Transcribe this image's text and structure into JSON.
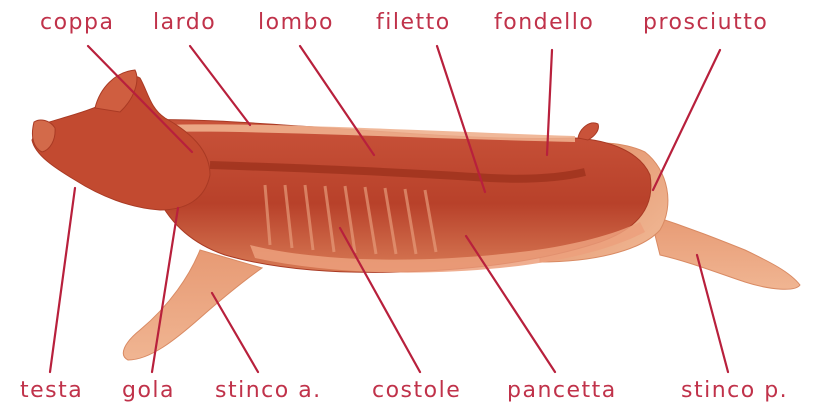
{
  "colors": {
    "label": "#c0324a",
    "leader_line": "#b8203c",
    "meat_dark": "#b8412a",
    "meat_mid": "#d2603f",
    "meat_light": "#e79a74",
    "fat": "#f1bb98",
    "background": "#ffffff"
  },
  "labels": {
    "coppa": "coppa",
    "lardo": "lardo",
    "lombo": "lombo",
    "filetto": "filetto",
    "fondello": "fondello",
    "prosciutto": "prosciutto",
    "testa": "testa",
    "gola": "gola",
    "stinco_a": "stinco a.",
    "costole": "costole",
    "pancetta": "pancetta",
    "stinco_p": "stinco p."
  }
}
